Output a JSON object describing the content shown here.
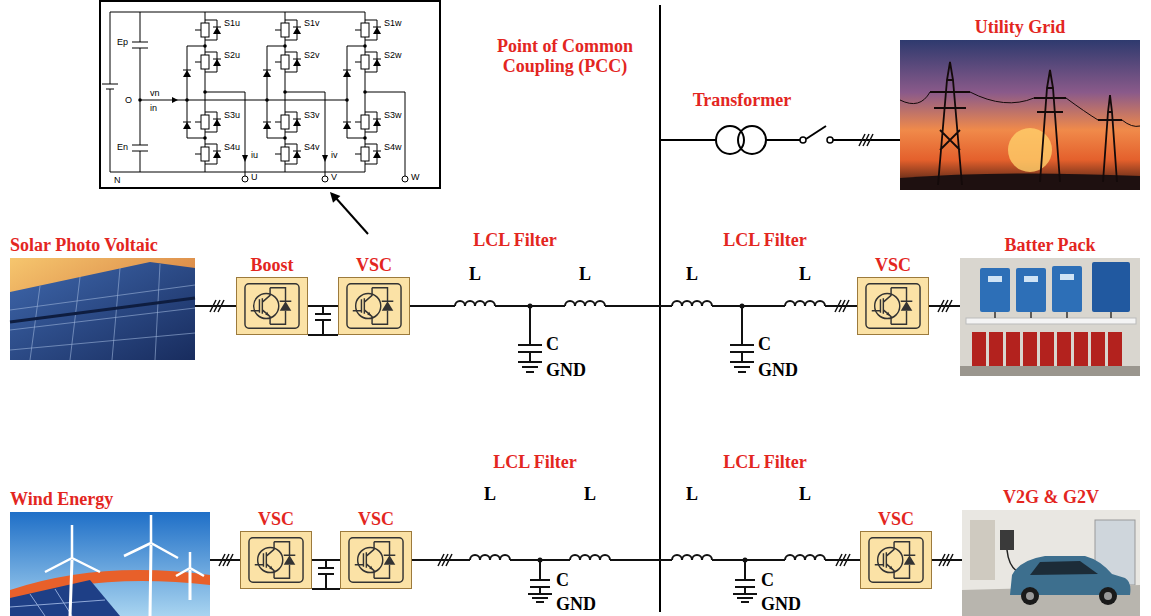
{
  "diagram": {
    "nodes": [
      {
        "text": [
          "Utility Grid"
        ]
      },
      {
        "text": [
          "Solar Photo Voltaic"
        ]
      },
      {
        "text": [
          "Boost"
        ]
      },
      {
        "text": [
          "VSC"
        ]
      },
      {
        "text": [
          "VSC"
        ]
      },
      {
        "text": [
          "Batter Pack"
        ]
      },
      {
        "text": [
          "Wind Energy"
        ]
      },
      {
        "text": [
          "VSC"
        ]
      },
      {
        "text": [
          "VSC"
        ]
      },
      {
        "text": [
          "VSC"
        ]
      },
      {
        "text": [
          "V2G & G2V"
        ]
      }
    ],
    "edges": [
      {
        "from": 1,
        "to": 2,
        "arrow": "none"
      },
      {
        "from": 2,
        "to": 3,
        "arrow": "none"
      },
      {
        "from": 4,
        "to": 5,
        "arrow": "none"
      },
      {
        "from": 6,
        "to": 7,
        "arrow": "none"
      },
      {
        "from": 7,
        "to": 8,
        "arrow": "none"
      },
      {
        "from": 9,
        "to": 10,
        "arrow": "none"
      }
    ],
    "labels": [
      "Point of Common Coupling (PCC)",
      "Transformer",
      "LCL Filter",
      "L",
      "L",
      "C",
      "GND",
      "LCL Filter",
      "L",
      "L",
      "C",
      "GND",
      "LCL Filter",
      "L",
      "L",
      "C",
      "GND",
      "LCL Filter",
      "L",
      "L",
      "C",
      "GND",
      "Ep",
      "O",
      "vn",
      "in",
      "En",
      "N",
      "S1u",
      "S2u",
      "S3u",
      "S4u",
      "S1v",
      "S2v",
      "S3v",
      "S4v",
      "S1w",
      "S2w",
      "S3w",
      "S4w",
      "U",
      "V",
      "W",
      "iu",
      "iv"
    ]
  }
}
